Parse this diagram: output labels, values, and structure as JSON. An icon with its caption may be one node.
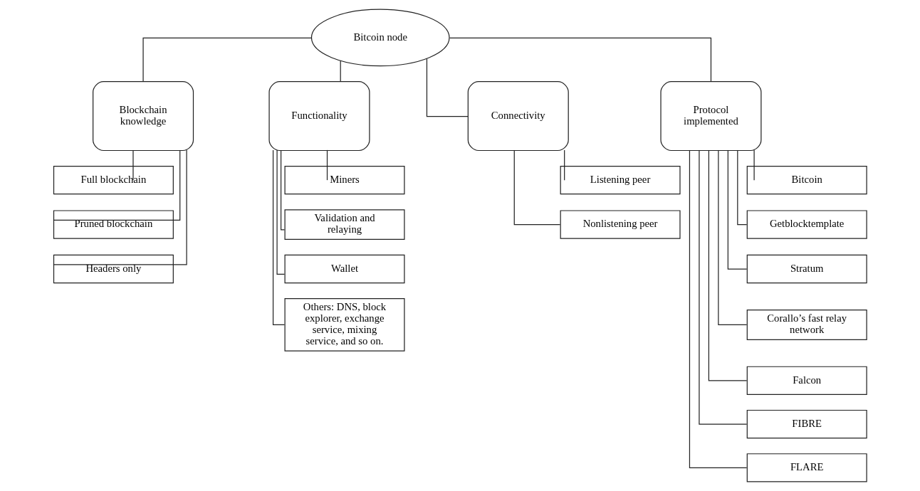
{
  "diagram": {
    "nodes": [
      {
        "text": [
          "Bitcoin node"
        ]
      },
      {
        "text": [
          "Blockchain knowledge"
        ]
      },
      {
        "text": [
          "Functionality"
        ]
      },
      {
        "text": [
          "Connectivity"
        ]
      },
      {
        "text": [
          "Protocol implemented"
        ]
      },
      {
        "text": [
          "Full blockchain"
        ]
      },
      {
        "text": [
          "Pruned blockchain"
        ]
      },
      {
        "text": [
          "Headers only"
        ]
      },
      {
        "text": [
          "Miners"
        ]
      },
      {
        "text": [
          "Validation and relaying"
        ]
      },
      {
        "text": [
          "Wallet"
        ]
      },
      {
        "text": [
          "Others: DNS, block explorer, exchange service, mixing service, and so on."
        ]
      },
      {
        "text": [
          "Listening peer"
        ]
      },
      {
        "text": [
          "Nonlistening peer"
        ]
      },
      {
        "text": [
          "Bitcoin"
        ]
      },
      {
        "text": [
          "Getblocktemplate"
        ]
      },
      {
        "text": [
          "Stratum"
        ]
      },
      {
        "text": [
          "Corallo’s fast relay network"
        ]
      },
      {
        "text": [
          "Falcon"
        ]
      },
      {
        "text": [
          "FIBRE"
        ]
      },
      {
        "text": [
          "FLARE"
        ]
      }
    ],
    "edges": [
      {
        "from": 0,
        "to": 1,
        "arrow": "none"
      },
      {
        "from": 0,
        "to": 2,
        "arrow": "none"
      },
      {
        "from": 0,
        "to": 3,
        "arrow": "none"
      },
      {
        "from": 0,
        "to": 4,
        "arrow": "none"
      },
      {
        "from": 1,
        "to": 5,
        "arrow": "none"
      },
      {
        "from": 1,
        "to": 6,
        "arrow": "none"
      },
      {
        "from": 1,
        "to": 7,
        "arrow": "none"
      },
      {
        "from": 2,
        "to": 8,
        "arrow": "none"
      },
      {
        "from": 2,
        "to": 9,
        "arrow": "none"
      },
      {
        "from": 2,
        "to": 10,
        "arrow": "none"
      },
      {
        "from": 2,
        "to": 11,
        "arrow": "none"
      },
      {
        "from": 3,
        "to": 12,
        "arrow": "none"
      },
      {
        "from": 3,
        "to": 13,
        "arrow": "none"
      },
      {
        "from": 4,
        "to": 14,
        "arrow": "none"
      },
      {
        "from": 4,
        "to": 15,
        "arrow": "none"
      },
      {
        "from": 4,
        "to": 16,
        "arrow": "none"
      },
      {
        "from": 4,
        "to": 17,
        "arrow": "none"
      },
      {
        "from": 4,
        "to": 18,
        "arrow": "none"
      },
      {
        "from": 4,
        "to": 19,
        "arrow": "none"
      },
      {
        "from": 4,
        "to": 20,
        "arrow": "none"
      }
    ]
  }
}
